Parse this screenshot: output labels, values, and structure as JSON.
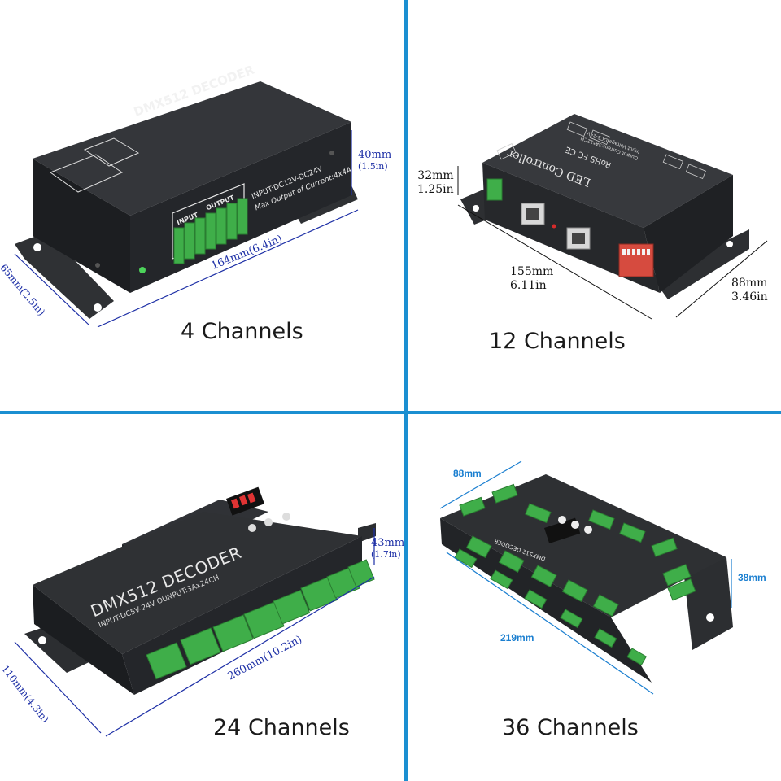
{
  "panels": [
    {
      "caption": "4 Channels",
      "title": "DMX512 DECODER",
      "spec_line1": "INPUT:DC12V-DC24V",
      "spec_line2": "Max Output of Current:4x4A",
      "input_label": "INPUT",
      "output_label": "OUTPUT",
      "dims": {
        "height": "40mm",
        "height_in": "(1.5in)",
        "length": "164mm(6.4in)",
        "width": "65mm(2.5in)"
      }
    },
    {
      "caption": "12 Channels",
      "title": "LED Controller",
      "cert": "RoHS FC CE",
      "spec_line1": "Output Current:3A*12CH",
      "spec_line2": "Input Voltage:DC5-24V",
      "dims": {
        "height": "32mm",
        "height_in": "1.25in",
        "length": "155mm",
        "length_in": "6.11in",
        "width": "88mm",
        "width_in": "3.46in"
      }
    },
    {
      "caption": "24 Channels",
      "title": "DMX512 DECODER",
      "spec": "INPUT:DC5V-24V  OUNPUT:3Ax24CH",
      "dims": {
        "height": "43mm",
        "height_in": "(1.7in)",
        "length": "260mm(10.2in)",
        "width": "110mm(4.3in)"
      }
    },
    {
      "caption": "36 Channels",
      "title": "DMX512 DECODER",
      "dims": {
        "width": "88mm",
        "height": "38mm",
        "length": "219mm"
      }
    }
  ],
  "colors": {
    "divider": "#1b8fd1",
    "device_body": "#2b2d30",
    "terminal_green": "#3fae49",
    "dimension_blue": "#1d2fa6"
  }
}
